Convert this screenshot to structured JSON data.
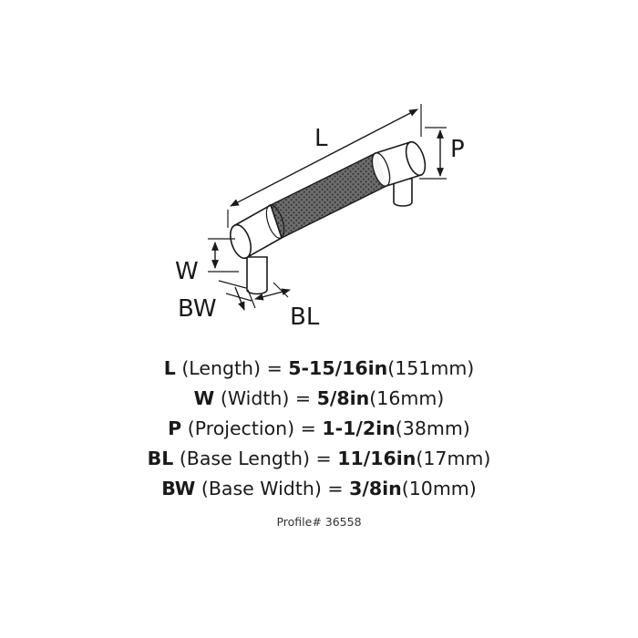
{
  "diagram": {
    "labels": {
      "length": "L",
      "projection": "P",
      "width": "W",
      "base_width": "BW",
      "base_length": "BL"
    }
  },
  "specs": [
    {
      "abbr": "L",
      "name": "(Length)",
      "equals": "=",
      "imperial": "5-15/16in",
      "metric": "(151mm)"
    },
    {
      "abbr": "W",
      "name": "(Width)",
      "equals": "=",
      "imperial": "5/8in",
      "metric": "(16mm)"
    },
    {
      "abbr": "P",
      "name": "(Projection)",
      "equals": "=",
      "imperial": "1-1/2in",
      "metric": "(38mm)"
    },
    {
      "abbr": "BL",
      "name": "(Base Length)",
      "equals": "=",
      "imperial": "11/16in",
      "metric": "(17mm)"
    },
    {
      "abbr": "BW",
      "name": "(Base Width)",
      "equals": "=",
      "imperial": "3/8in",
      "metric": "(10mm)"
    }
  ],
  "profile": "Profile# 36558"
}
